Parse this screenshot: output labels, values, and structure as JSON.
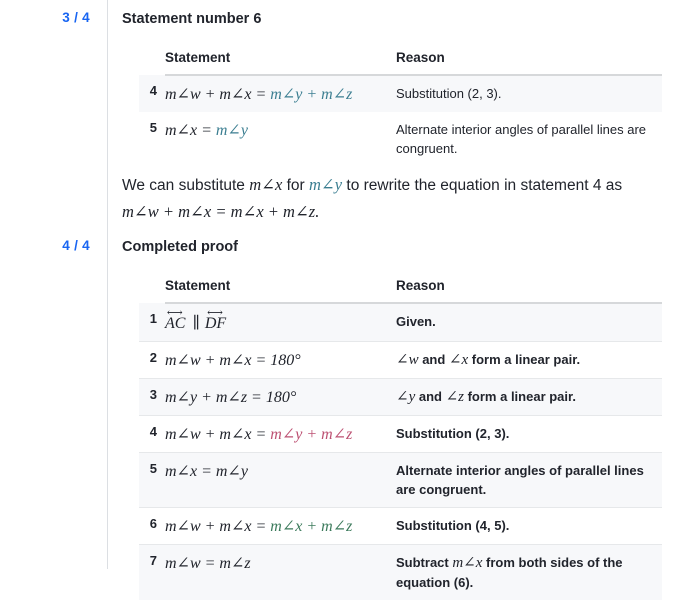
{
  "rail": {
    "steps": [
      {
        "id": "step-3",
        "label": "3 / 4"
      },
      {
        "id": "step-4",
        "label": "4 / 4"
      }
    ]
  },
  "colors": {
    "accent_blue": "#1865f2",
    "math_blue": "#3b7e91",
    "math_pink": "#bc5072",
    "math_green": "#3b7a5b",
    "text": "#21242c",
    "row_shade": "#f7f8fa",
    "rule": "#d6d8da"
  },
  "section_1": {
    "heading": "Statement number 6",
    "table": {
      "columns": [
        "",
        "Statement",
        "Reason"
      ],
      "rows": [
        {
          "num": "4",
          "statement": "m∠w + m∠x = m∠y + m∠z",
          "statement_parts": [
            {
              "text": "m∠w + m∠x = ",
              "color": "default"
            },
            {
              "text": "m∠y + m∠z",
              "color": "blue"
            }
          ],
          "reason": "Substitution (2, 3).",
          "shaded": true
        },
        {
          "num": "5",
          "statement": "m∠x = m∠y",
          "statement_parts": [
            {
              "text": "m∠x = ",
              "color": "default"
            },
            {
              "text": "m∠y",
              "color": "blue"
            }
          ],
          "reason": "Alternate interior angles of parallel lines are congruent.",
          "shaded": false
        }
      ]
    }
  },
  "explanation": {
    "line_1_a": "We can substitute ",
    "line_1_math_1": "m∠x",
    "line_1_b": " for ",
    "line_1_math_2": "m∠y",
    "line_1_c": " to rewrite the equation in statement 4 as ",
    "line_1_math_3": "m∠w + m∠x = m∠x + m∠z."
  },
  "section_2": {
    "heading": "Completed proof",
    "table": {
      "columns": [
        "",
        "Statement",
        "Reason"
      ],
      "rows": [
        {
          "num": "1",
          "statement": "AC ∥ DF",
          "statement_kind": "line-notation",
          "line_1": "AC",
          "line_2": "DF",
          "parallel_symbol": "∥",
          "reason": "Given.",
          "shaded": true
        },
        {
          "num": "2",
          "statement": "m∠w + m∠x = 180°",
          "reason": "∠w and ∠x form a linear pair.",
          "reason_parts": [
            {
              "text": "∠w",
              "style": "math"
            },
            {
              "text": " and ",
              "style": "normal"
            },
            {
              "text": "∠x",
              "style": "math"
            },
            {
              "text": " form a linear pair.",
              "style": "normal"
            }
          ],
          "shaded": false
        },
        {
          "num": "3",
          "statement": "m∠y + m∠z = 180°",
          "reason": "∠y and ∠z form a linear pair.",
          "reason_parts": [
            {
              "text": "∠y",
              "style": "math"
            },
            {
              "text": " and ",
              "style": "normal"
            },
            {
              "text": "∠z",
              "style": "math"
            },
            {
              "text": " form a linear pair.",
              "style": "normal"
            }
          ],
          "shaded": true
        },
        {
          "num": "4",
          "statement": "m∠w + m∠x = m∠y + m∠z",
          "statement_parts": [
            {
              "text": "m∠w + m∠x = ",
              "color": "default"
            },
            {
              "text": "m∠y + m∠z",
              "color": "pink"
            }
          ],
          "reason": "Substitution (2, 3).",
          "shaded": false
        },
        {
          "num": "5",
          "statement": "m∠x = m∠y",
          "reason": "Alternate interior angles of parallel lines are congruent.",
          "shaded": true
        },
        {
          "num": "6",
          "statement": "m∠w + m∠x = m∠x + m∠z",
          "statement_parts": [
            {
              "text": "m∠w + m∠x = ",
              "color": "default"
            },
            {
              "text": "m∠x + m∠z",
              "color": "green"
            }
          ],
          "reason": "Substitution (4, 5).",
          "shaded": false
        },
        {
          "num": "7",
          "statement": "m∠w = m∠z",
          "reason": "Subtract m∠x from both sides of the equation (6).",
          "reason_parts": [
            {
              "text": "Subtract ",
              "style": "normal"
            },
            {
              "text": "m∠x",
              "style": "math"
            },
            {
              "text": " from both sides of the equation (6).",
              "style": "normal"
            }
          ],
          "shaded": true
        }
      ]
    }
  }
}
